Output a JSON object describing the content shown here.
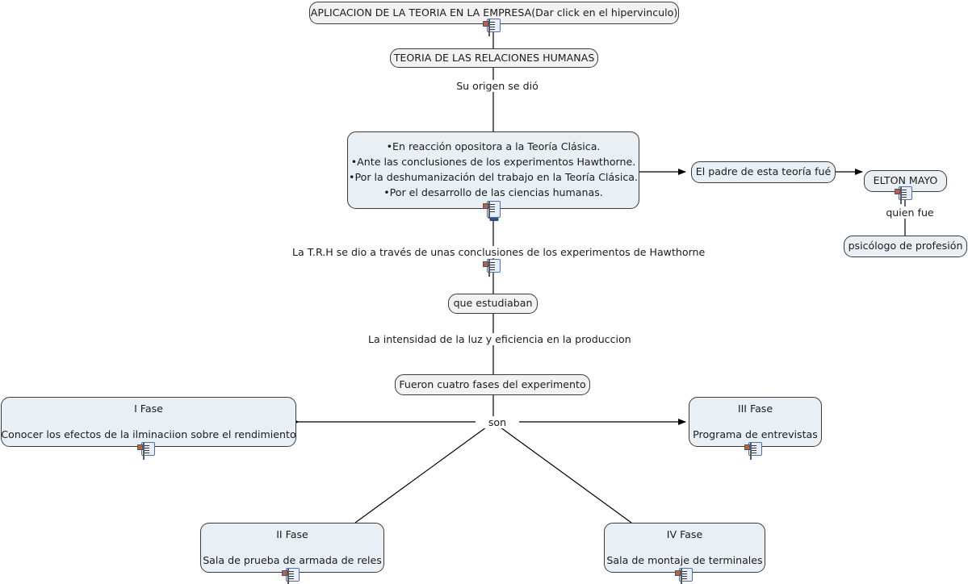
{
  "diagram": {
    "title": "APLICACION DE LA TEORIA EN LA EMPRESA(Dar click en el hipervinculo)",
    "background": "#ffffff",
    "node_fill_gray": "#f2f2f2",
    "node_fill_blue": "#e9f0f5",
    "node_border": "#3a3a3a",
    "icon_border": "#4a6fb5"
  },
  "nodes": {
    "root": {
      "text": "APLICACION DE LA TEORIA EN LA EMPRESA(Dar click en el hipervinculo)"
    },
    "theory": {
      "text": "TEORIA DE LAS RELACIONES HUMANAS"
    },
    "origins": {
      "line1": "•En reacción opositora a la Teoría Clásica.",
      "line2": "•Ante las conclusiones de los experimentos Hawthorne.",
      "line3": "•Por la deshumanización del trabajo en la Teoría Clásica.",
      "line4": "•Por el desarrollo de las ciencias humanas."
    },
    "father": {
      "text": "El padre de esta teoría fué"
    },
    "elton_mayo": {
      "text": "ELTON MAYO"
    },
    "psychologist": {
      "text": "psicólogo de profesión"
    },
    "que_estudiaban": {
      "text": "que estudiaban"
    },
    "four_phases": {
      "text": "Fueron cuatro fases del experimento"
    },
    "fase1": {
      "title": "I Fase",
      "desc": "Conocer los efectos de la ilminaciion sobre el rendimiento"
    },
    "fase2": {
      "title": "II Fase",
      "desc": "Sala de prueba de armada de reles"
    },
    "fase3": {
      "title": "III Fase",
      "desc": "Programa de entrevistas"
    },
    "fase4": {
      "title": "IV Fase",
      "desc": "Sala de montaje de terminales"
    }
  },
  "link_labels": {
    "origin": "Su origen se dió",
    "trh": "La T.R.H se dio a través  de unas conclusiones de los experimentos de Hawthorne",
    "quien_fue": "quien fue",
    "intensidad": "La intensidad de la luz y eficiencia en la produccion",
    "son": "son"
  },
  "icons": {
    "resource": "document-resource-icon",
    "resource_monitor": "document-resource-monitor-icon"
  }
}
